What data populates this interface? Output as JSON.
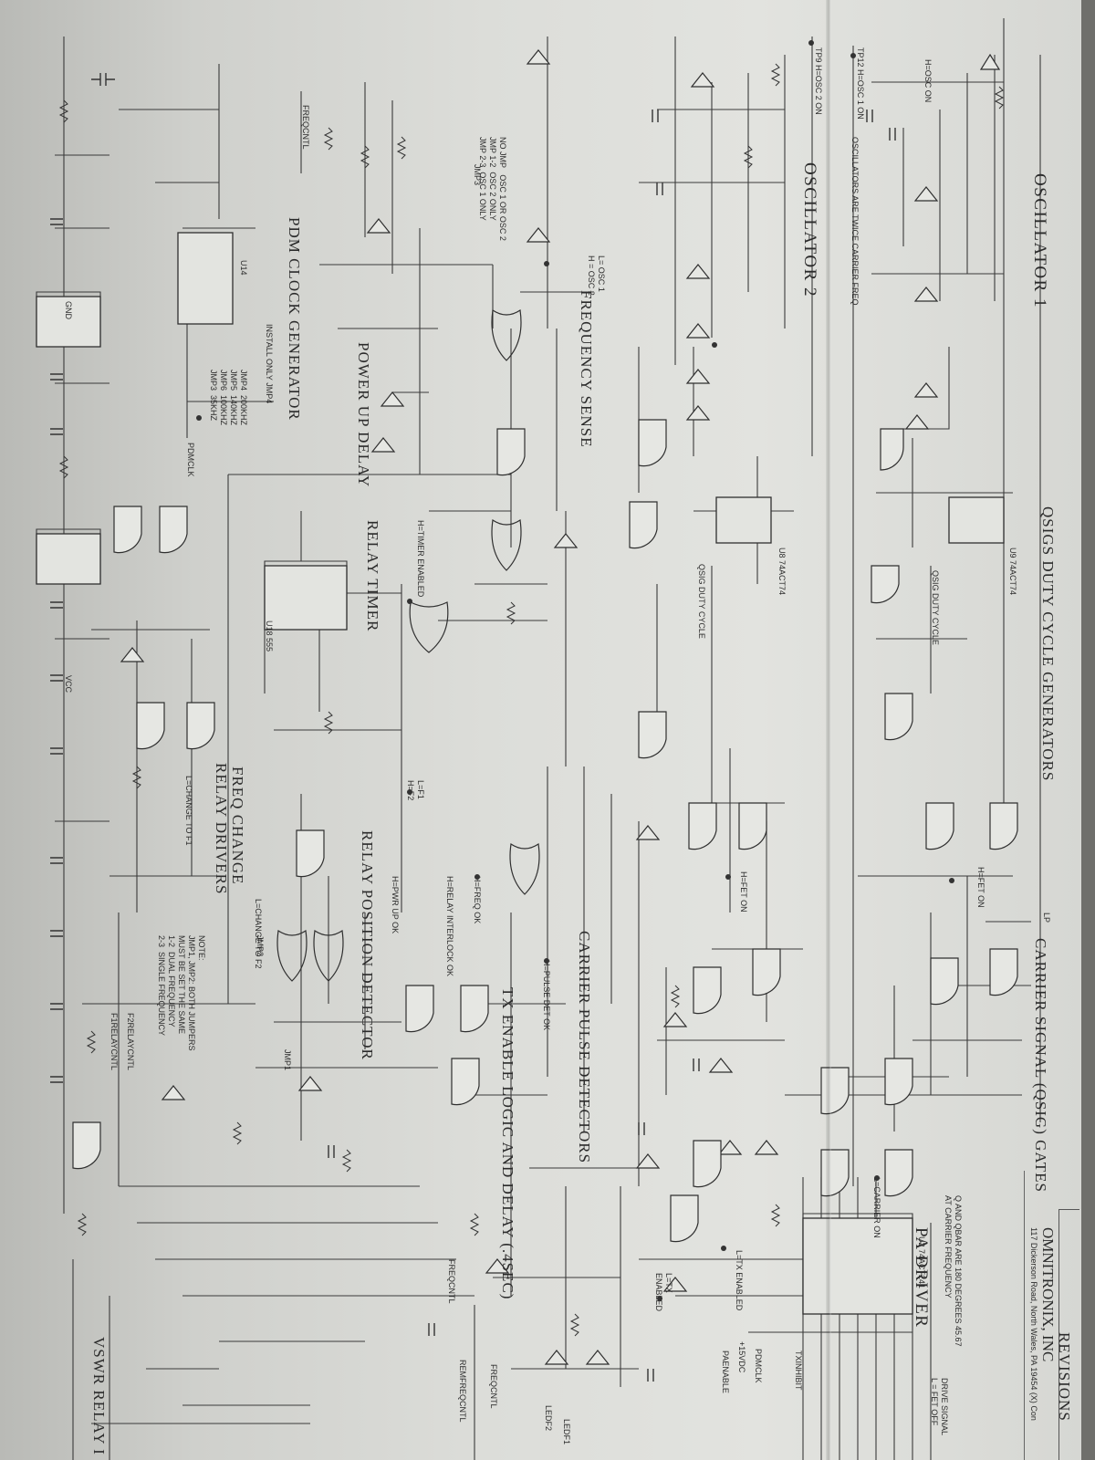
{
  "sections": {
    "osc1": "OSCILLATOR 1",
    "osc2": "OSCILLATOR 2",
    "qsig": "QSIGS DUTY CYCLE GENERATORS",
    "carrier_gates": "CARRIER SIGNAL (QSIG) GATES",
    "pa_driver": "PA DRIVER",
    "freq_sense": "FREQUENCY SENSE",
    "power_up": "POWER UP DELAY",
    "pdm_clock": "PDM CLOCK GENERATOR",
    "relay_timer": "RELAY TIMER",
    "carrier_pulse": "CARRIER PULSE DETECTORS",
    "tx_enable": "TX ENABLE LOGIC AND DELAY (.4SEC)",
    "relay_pos": "RELAY POSITION DETECTOR",
    "freq_change": "FREQ CHANGE",
    "relay_drivers": "RELAY DRIVERS",
    "vswr": "VSWR RELAY I",
    "revisions": "REVISIONS"
  },
  "notes": {
    "osc_twice": "OSCILLATORS ARE TWICE CARRIER FREQ",
    "jumpers": "NO JMP   OSC 1 OR OSC 2\nJMP 1-2  OSC 2 ONLY\nJMP 2-3  OSC 1 ONLY",
    "pdm_install": "INSTALL ONLY JMP4",
    "pdm_jumpers": "JMP4  200KHZ\nJMP5  140KHZ\nJMP6  100KHZ\nJMP3  35KHZ",
    "jmp_note": "NOTE:\nJMP1, JMP2: BOTH JUMPERS\nMUST BE SET THE SAME\n1-2  DUAL FREQUENCY\n2-3  SINGLE FREQUENCY",
    "qand": "Q AND QBAR ARE 180 DEGREES 45.67\nAT CARRIER FREQUENCY",
    "drive_signal": "DRIVE SIGNAL\nL = FET OFF"
  },
  "labels": {
    "h_osc2_on": "TP9  H=OSC 2 ON",
    "h_osc1_on": "TP12  H=OSC 1 ON",
    "h_osc_on": "H=OSC ON",
    "l_osc1": "L= OSC 1\nH = OSC 2",
    "freqcntl": "FREQCNTL",
    "pdmclk": "PDMCLK",
    "h_timer": "H=TIMER ENABLED",
    "l_f1": "L=F1\nH=F2",
    "h_pwr_up": "H=PWR UP OK",
    "h_relay_int": "H=RELAY INTERLOCK OK",
    "h_freq_ok": "H=FREQ OK",
    "h_pulse_det": "H=PULSE DET OK",
    "h_fet_on": "H=FET ON",
    "l_carrier_on": "L=CARRIER ON",
    "l_tx_enabled": "L=TX\nENABLED",
    "l_tx_enabled2": "L=TX ENABLED",
    "l_change_f1": "L=CHANGE TO F1",
    "l_change_f2": "L=CHANGE TO F2",
    "f2relaycntl": "F2RELAYCNTL",
    "f1relaycntl": "F1RELAYCNTL",
    "remfreqcntl": "REMFREQCNTL",
    "ledf2": "LEDF2",
    "ledf1": "LEDF1",
    "paenable": "PAENABLE",
    "txinhibit": "TXINHIBIT",
    "pdmclk_in": "PDMCLK",
    "plus15vdc": "+15VDC",
    "qsig_duty": "QSIG DUTY CYCLE",
    "gnd": "GND",
    "vcc": "VCC",
    "jmp1": "JMP1",
    "jmp2": "JMP2",
    "jmp3": "JMP3",
    "u18": "U18 555",
    "u14": "U14",
    "u9": "U9 74ACT74",
    "u8": "U8 74ACT74",
    "u2": "U2 74ACT241",
    "lp": "LP"
  },
  "company": {
    "name": "OMNITRONIX, INC",
    "address": "117 Dickerson Road, North Wales, PA 19454 (X) Con"
  }
}
